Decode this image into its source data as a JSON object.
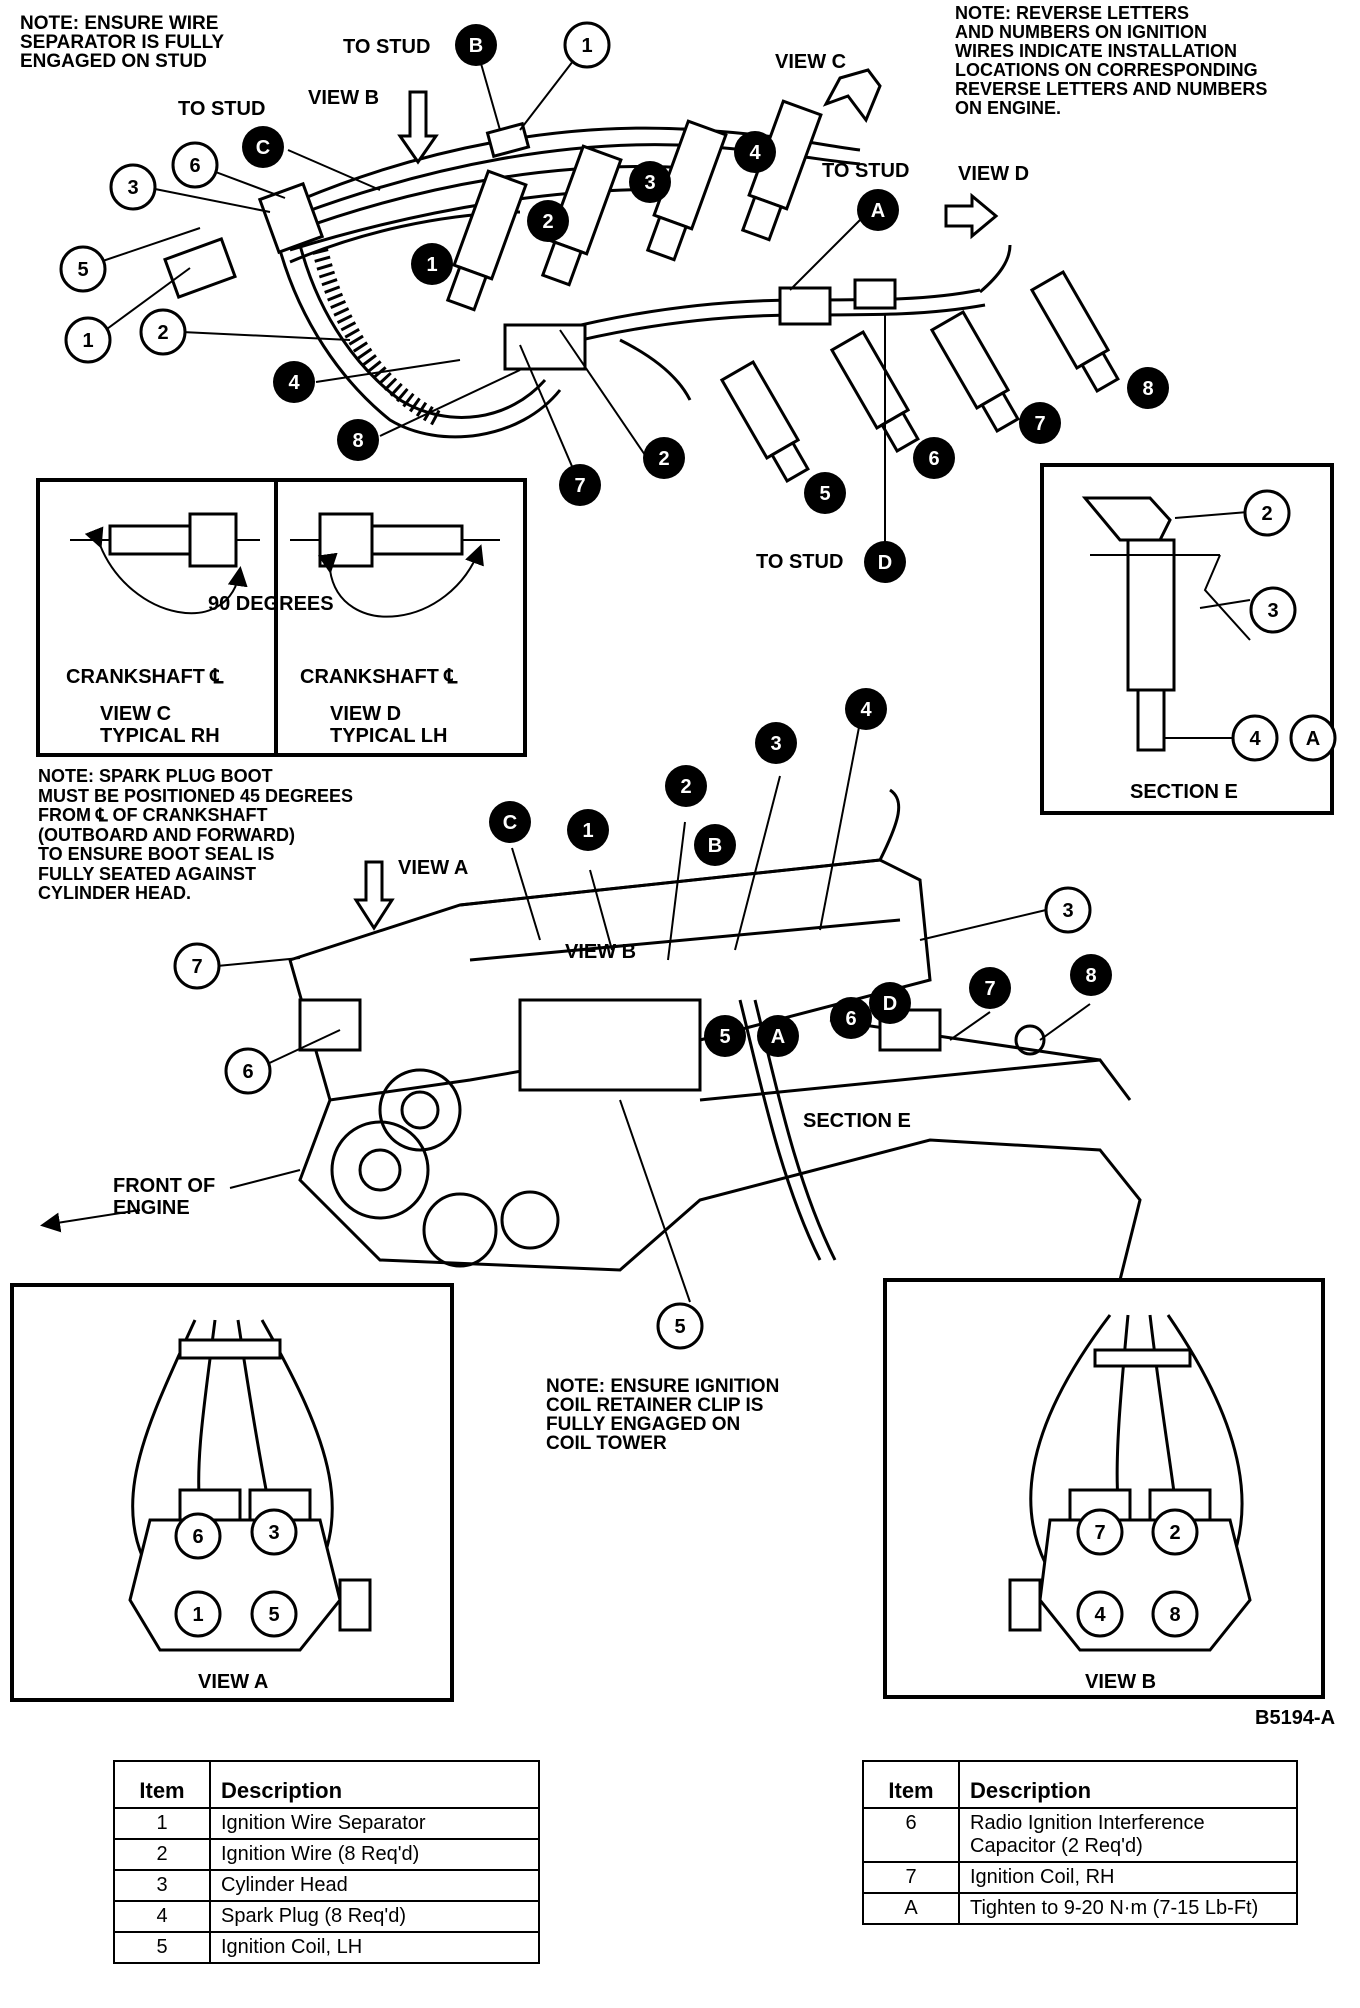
{
  "notes": {
    "separator": "NOTE: ENSURE WIRE\nSEPARATOR IS FULLY\nENGAGED ON STUD",
    "reverse": "NOTE: REVERSE LETTERS\nAND NUMBERS ON IGNITION\nWIRES INDICATE INSTALLATION\nLOCATIONS ON CORRESPONDING\nREVERSE LETTERS AND NUMBERS\nON ENGINE.",
    "boot": "NOTE: SPARK PLUG BOOT\nMUST BE POSITIONED 45 DEGREES\nFROM ℄ OF CRANKSHAFT\n(OUTBOARD AND FORWARD)\nTO ENSURE BOOT SEAL IS\nFULLY SEATED AGAINST\nCYLINDER HEAD.",
    "coil": "NOTE: ENSURE IGNITION\nCOIL RETAINER CLIP IS\nFULLY ENGAGED ON\nCOIL TOWER"
  },
  "labels": {
    "to_stud": "TO STUD",
    "view_a": "VIEW A",
    "view_b": "VIEW B",
    "view_c": "VIEW C",
    "view_d": "VIEW D",
    "ninety": "90 DEGREES",
    "crank": "CRANKSHAFT ℄",
    "view_c_title": "VIEW C",
    "typ_rh": "TYPICAL RH",
    "view_d_title": "VIEW D",
    "typ_lh": "TYPICAL LH",
    "section_e": "SECTION E",
    "front": "FRONT OF",
    "engine": "ENGINE",
    "figure_id": "B5194-A"
  },
  "callouts": {
    "n1": "1",
    "n2": "2",
    "n3": "3",
    "n4": "4",
    "n5": "5",
    "n6": "6",
    "n7": "7",
    "n8": "8",
    "lA": "A",
    "lB": "B",
    "lC": "C",
    "lD": "D"
  },
  "tables": {
    "header_item": "Item",
    "header_desc": "Description",
    "left": [
      {
        "item": "1",
        "desc": "Ignition Wire Separator"
      },
      {
        "item": "2",
        "desc": "Ignition Wire (8 Req'd)"
      },
      {
        "item": "3",
        "desc": "Cylinder Head"
      },
      {
        "item": "4",
        "desc": "Spark Plug (8 Req'd)"
      },
      {
        "item": "5",
        "desc": "Ignition Coil, LH"
      }
    ],
    "right": [
      {
        "item": "6",
        "desc": "Radio Ignition Interference Capacitor (2 Req'd)"
      },
      {
        "item": "7",
        "desc": "Ignition Coil, RH"
      },
      {
        "item": "A",
        "desc": "Tighten to 9-20 N·m (7-15 Lb-Ft)"
      }
    ]
  }
}
